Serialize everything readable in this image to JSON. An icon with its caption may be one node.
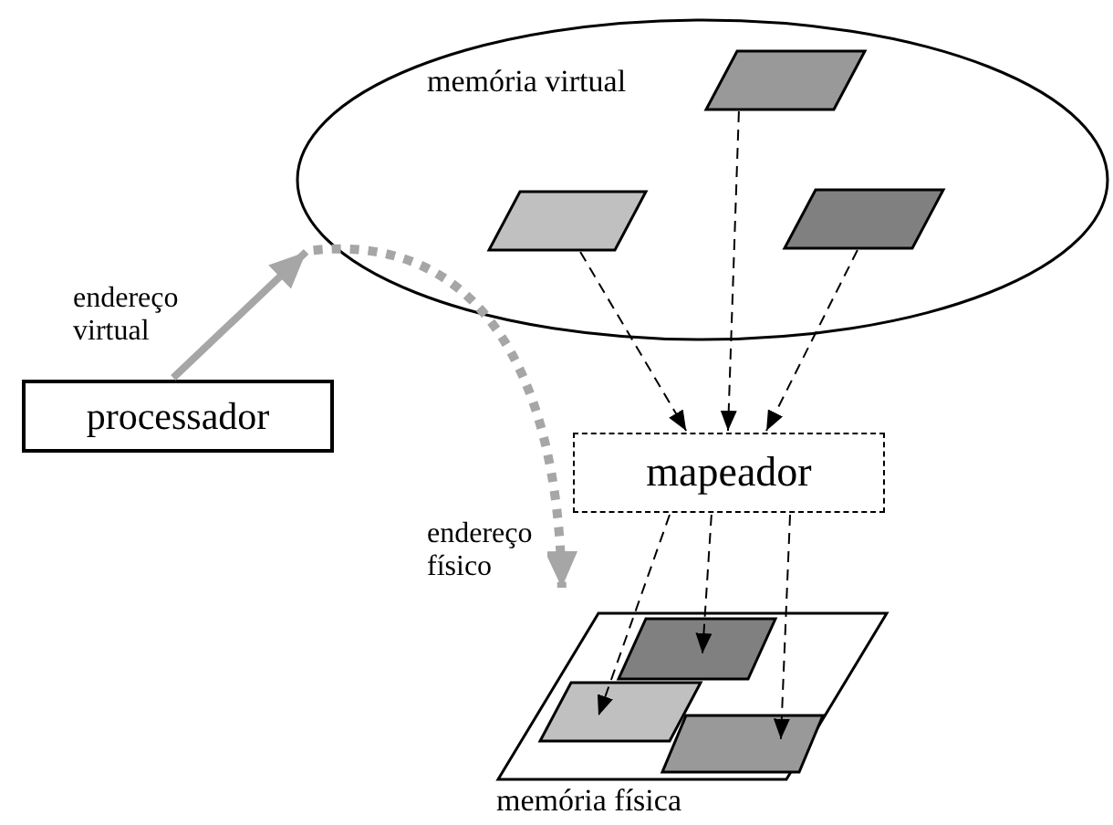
{
  "diagram": {
    "nodes": [
      {
        "text": [
          "memória virtual"
        ]
      },
      {
        "text": [],
        "shape": "parallelogram",
        "in": 0
      },
      {
        "text": [],
        "shape": "parallelogram",
        "in": 0
      },
      {
        "text": [],
        "shape": "parallelogram",
        "in": 0
      },
      {
        "text": [
          "mapeador"
        ]
      },
      {
        "text": [
          "processador"
        ]
      },
      {
        "text": [
          "memória física"
        ]
      },
      {
        "text": [],
        "shape": "parallelogram",
        "in": 6
      },
      {
        "text": [],
        "shape": "parallelogram",
        "in": 6
      },
      {
        "text": [],
        "shape": "parallelogram",
        "in": 6
      }
    ],
    "edges": [
      {
        "from": 1,
        "to": 4,
        "arrow": "to",
        "style": "dashed"
      },
      {
        "from": 2,
        "to": 4,
        "arrow": "to",
        "style": "dashed"
      },
      {
        "from": 3,
        "to": 4,
        "arrow": "to",
        "style": "dashed"
      },
      {
        "from": 4,
        "to": 8,
        "arrow": "to",
        "style": "dashed"
      },
      {
        "from": 4,
        "to": 7,
        "arrow": "to",
        "style": "dashed"
      },
      {
        "from": 4,
        "to": 9,
        "arrow": "to",
        "style": "dashed"
      },
      {
        "from": 5,
        "to": 0,
        "arrow": "to",
        "label": "endereço virtual",
        "style": "thick",
        "color": "#a6a6a6"
      },
      {
        "from": 0,
        "to": 6,
        "arrow": "to",
        "label": "endereço físico",
        "style": "dashed",
        "color": "#a6a6a6"
      }
    ]
  }
}
